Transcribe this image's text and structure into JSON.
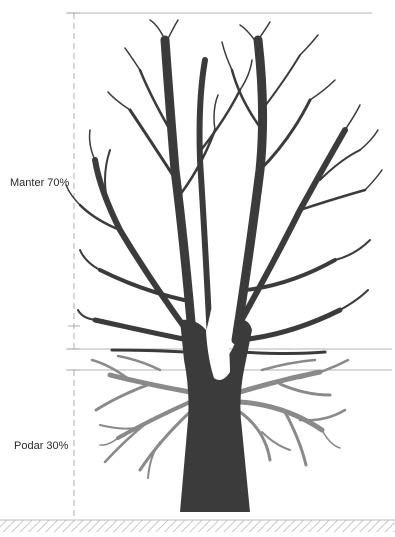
{
  "labels": {
    "keep": "Manter 70%",
    "prune": "Podar 30%"
  },
  "proportions": {
    "keep_percent": 70,
    "prune_percent": 30
  },
  "colors": {
    "crown_dark": "#3b3b3c",
    "lower_branches": "#8a8a8a",
    "guide_lines": "#9a9a9a",
    "ground_hatch": "#c9c9c9"
  },
  "icons": {
    "tree": "tree-illustration",
    "ground": "ground-hatch"
  }
}
